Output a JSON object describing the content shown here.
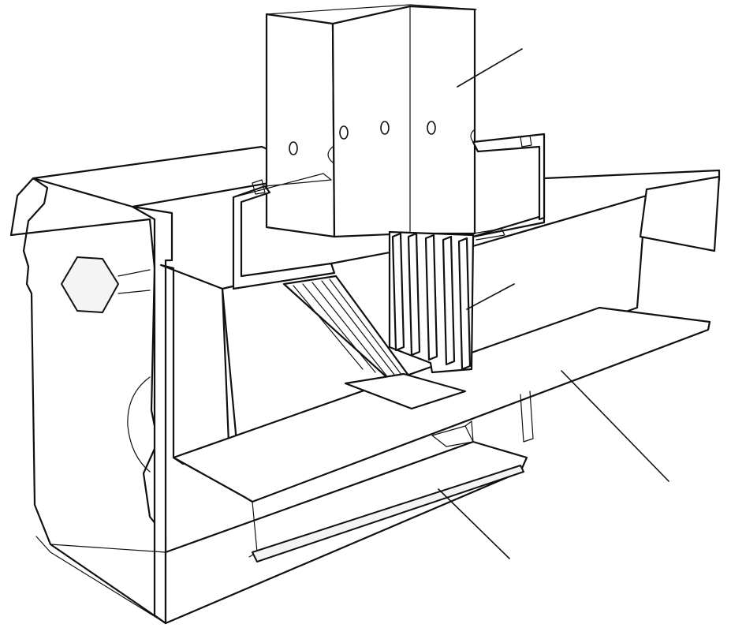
{
  "figure": {
    "background": "#ffffff",
    "line_color": "#111111",
    "leader_lines": [
      "upper-box",
      "fin-array",
      "shelf-plate",
      "lower-plate"
    ]
  }
}
